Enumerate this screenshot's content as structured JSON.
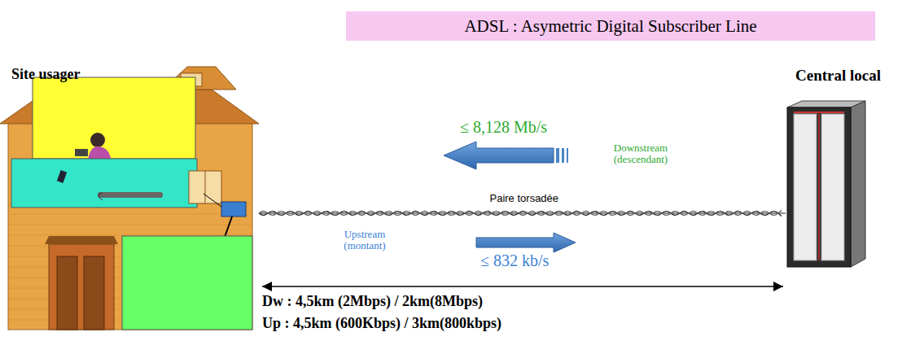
{
  "diagram": {
    "title": "ADSL : Asymetric Digital Subscriber Line",
    "nodes": [
      {
        "text": [
          "Site usager"
        ]
      },
      {
        "text": [
          "Central local"
        ]
      }
    ],
    "edges": [
      {
        "from": 0,
        "to": 1,
        "arrow": "none",
        "label": "Paire torsadée"
      }
    ],
    "labels": [
      "≤ 8,128 Mb/s",
      "Downstream (descendant)",
      "Upstream (montant)",
      "≤ 832 kb/s",
      "Dw : 4,5km (2Mbps) / 2km(8Mbps)",
      "Up : 4,5km (600Kbps) / 3km(800kbps)"
    ]
  }
}
